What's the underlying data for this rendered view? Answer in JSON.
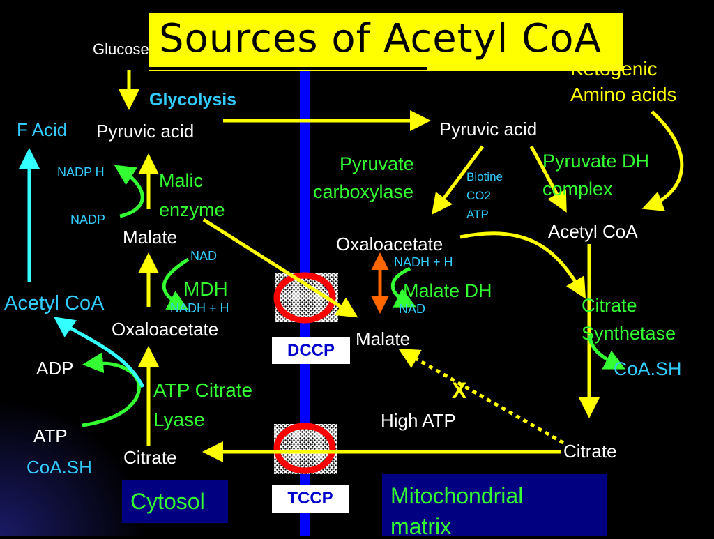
{
  "title": "Sources of Acetyl CoA",
  "labels": {
    "glucose": "Glucose",
    "glycolysis": "Glycolysis",
    "ketogenic_1": "Ketogenic",
    "ketogenic_2": "Amino acids",
    "f_acid": "F Acid",
    "pyruvic_left": "Pyruvic acid",
    "pyruvic_right": "Pyruvic acid",
    "nadph": "NADP H",
    "nadp": "NADP",
    "malic_1": "Malic",
    "malic_2": "enzyme",
    "pyr_carb_1": "Pyruvate",
    "pyr_carb_2": "carboxylase",
    "biotine": "Biotine",
    "co2": "CO2",
    "atp_small": "ATP",
    "pdh_1": "Pyruvate DH",
    "pdh_2": "complex",
    "acetyl_right": "Acetyl CoA",
    "malate_left": "Malate",
    "nad_left": "NAD",
    "oxalo_right": "Oxaloacetate",
    "nadh_right": "NADH + H",
    "mdh": "MDH",
    "nadh_left": "NADH + H",
    "malate_dh": "Malate DH",
    "nad_right": "NAD",
    "acetyl_left": "Acetyl CoA",
    "oxalo_left": "Oxaloacetate",
    "malate_right": "Malate",
    "citrate_synth_1": "Citrate",
    "citrate_synth_2": "Synthetase",
    "coash_right": "CoA.SH",
    "dccp": "DCCP",
    "adp": "ADP",
    "atp_citrate_1": "ATP Citrate",
    "atp_citrate_2": "Lyase",
    "x_mark": "X",
    "high_atp": "High ATP",
    "atp_left": "ATP",
    "citrate_left": "Citrate",
    "citrate_right": "Citrate",
    "coash_left": "CoA.SH",
    "cytosol": "Cytosol",
    "tccp": "TCCP",
    "mito_1": "Mitochondrial",
    "mito_2": "matrix"
  },
  "colors": {
    "background": "#000000",
    "arrow_yellow": "#ffff00",
    "arrow_green": "#33ff33",
    "arrow_cyan": "#33ffff",
    "arrow_orange": "#ff6600",
    "membrane_blue": "#0000ff",
    "transporter_red": "#ff0000",
    "navy_panel": "#000080"
  }
}
